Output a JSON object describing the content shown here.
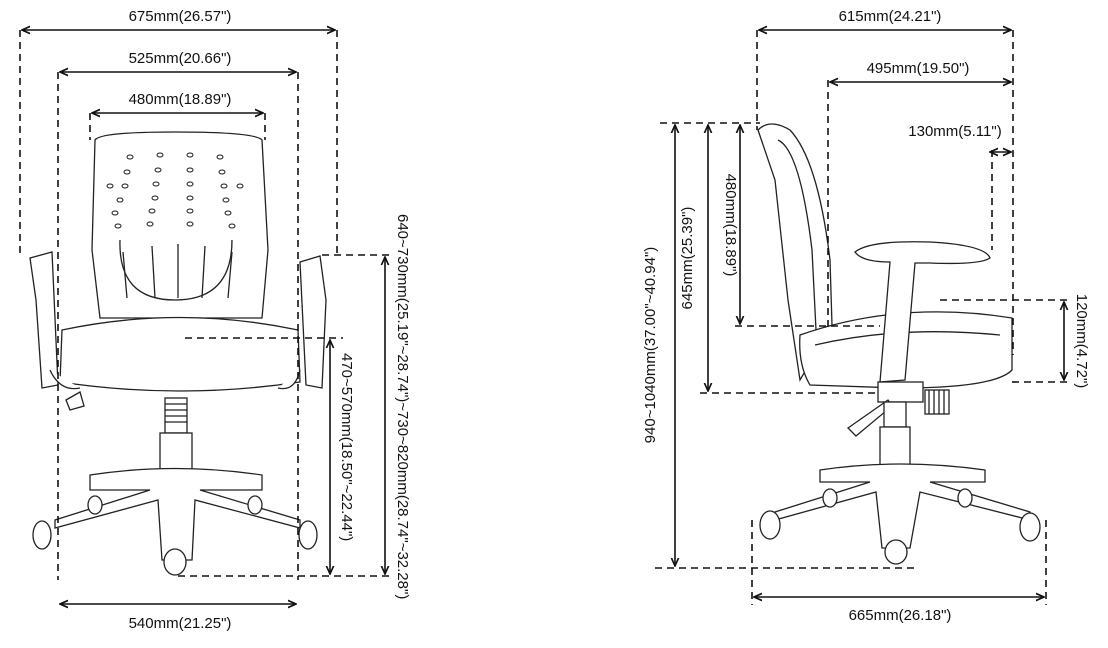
{
  "front_view": {
    "overall_width": "675mm(26.57\")",
    "arm_width": "525mm(20.66\")",
    "back_width": "480mm(18.89\")",
    "base_width": "540mm(21.25\")",
    "arm_height": "640~730mm(25.19\"~28.74\")~730~820mm(28.74\"~32.28\")",
    "seat_height": "470~570mm(18.50\"~22.44\")"
  },
  "side_view": {
    "overall_depth": "615mm(24.21\")",
    "arm_depth": "495mm(19.50\")",
    "arm_adjust": "130mm(5.11\")",
    "base_depth": "665mm(26.18\")",
    "overall_height": "940~1040mm(37.00\"~40.94\")",
    "back_seat_height": "645mm(25.39\")",
    "back_height": "480mm(18.89\")",
    "seat_adjust": "120mm(4.72\")"
  },
  "colors": {
    "line": "#111111",
    "background": "#ffffff"
  }
}
